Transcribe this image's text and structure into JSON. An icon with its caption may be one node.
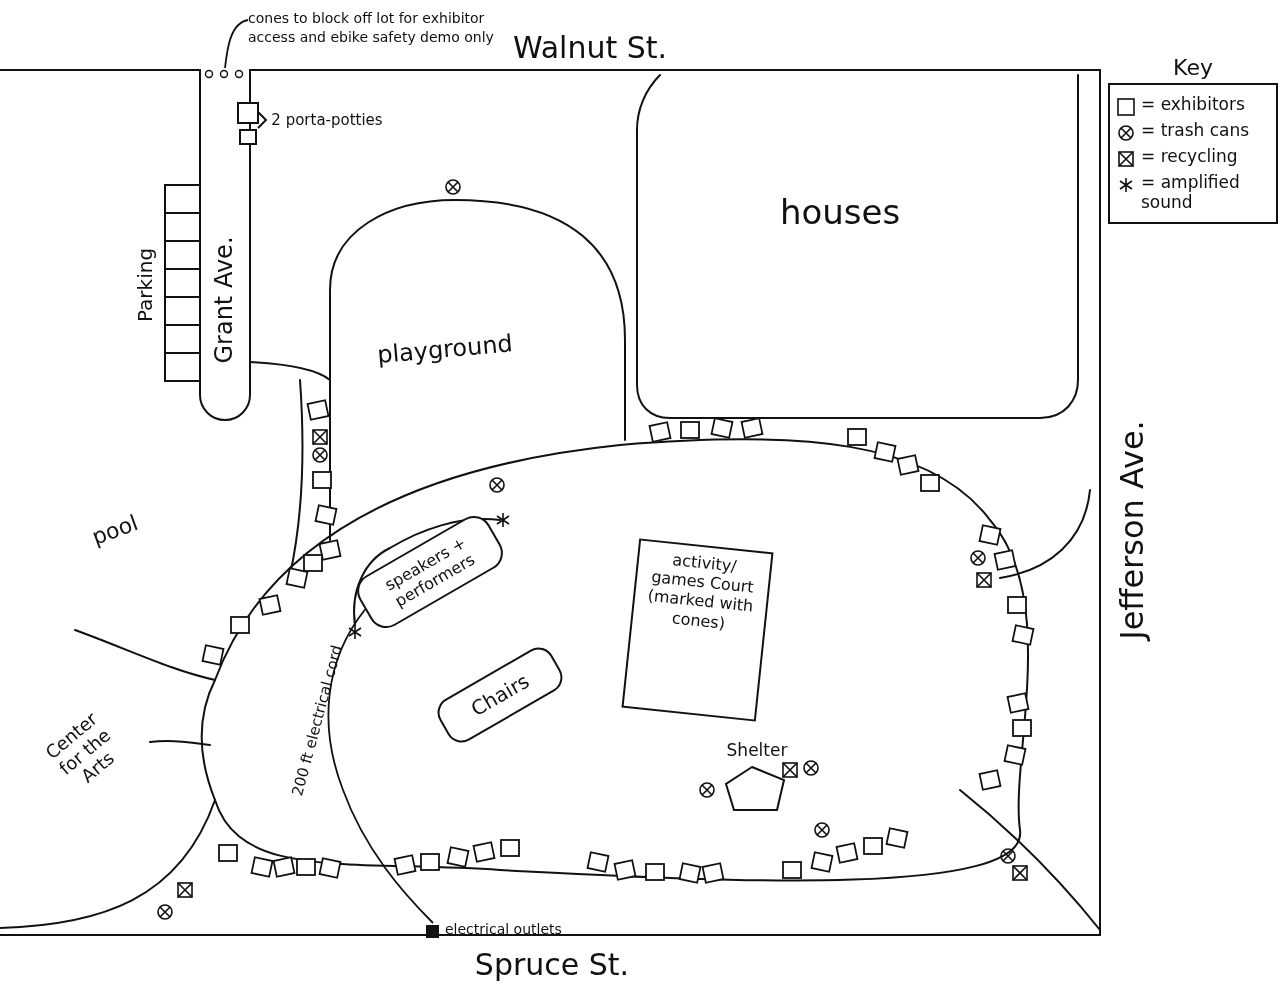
{
  "diagram": {
    "nodes": [
      {
        "text": [
          "cones to block off lot for exhibitor access and ebike safety demo only"
        ]
      },
      {
        "text": [],
        "shape": "circle"
      },
      {
        "text": [
          "speakers + performers"
        ]
      },
      {
        "text": [
          "Chairs"
        ]
      },
      {
        "text": [
          "activity/ games Court (marked with cones)"
        ]
      },
      {
        "text": [
          "Shelter"
        ]
      },
      {
        "text": [],
        "shape": "box",
        "beside": [
          "electrical outlets"
        ]
      },
      {
        "text": [
          "Key"
        ]
      }
    ],
    "edges": [
      {
        "from": 0,
        "to": 1,
        "arrow": "none"
      },
      {
        "from": 2,
        "to": 6,
        "arrow": "none",
        "label": "200 ft electrical cord"
      }
    ],
    "labels": [
      "Walnut St.",
      "2 porta-potties",
      "houses",
      "Parking",
      "Grant Ave.",
      "playground",
      "pool",
      "Jefferson Ave.",
      "Center for the Arts",
      "Spruce St."
    ],
    "legend": [
      {
        "text": "= exhibitors"
      },
      {
        "text": "= trash cans"
      },
      {
        "text": "= recycling"
      },
      {
        "text": "= amplified sound"
      }
    ]
  }
}
